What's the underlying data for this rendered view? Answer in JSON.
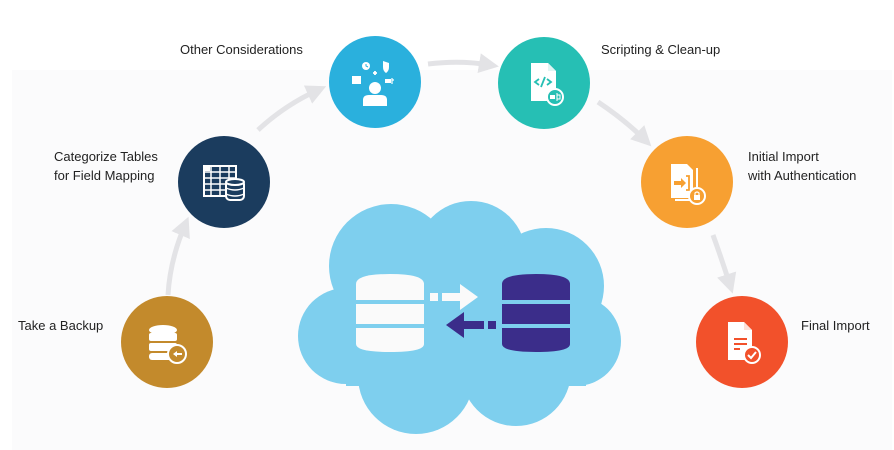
{
  "diagram": {
    "title": "Salesforce data migration process",
    "steps": [
      {
        "id": "backup",
        "label_lines": [
          "Take a Backup"
        ],
        "icon": "database-backup-icon",
        "color": "#c38a2c"
      },
      {
        "id": "categorize",
        "label_lines": [
          "Categorize Tables",
          "for Field Mapping"
        ],
        "icon": "table-database-icon",
        "color": "#1b3c5e"
      },
      {
        "id": "considerations",
        "label_lines": [
          "Other Considerations"
        ],
        "icon": "user-considerations-icon",
        "color": "#2ab0dd"
      },
      {
        "id": "scripting",
        "label_lines": [
          "Scripting & Clean-up"
        ],
        "icon": "code-file-icon",
        "color": "#26bfb4"
      },
      {
        "id": "initial-import",
        "label_lines": [
          "Initial Import",
          "with Authentication"
        ],
        "icon": "import-lock-icon",
        "color": "#f7a032"
      },
      {
        "id": "final-import",
        "label_lines": [
          "Final Import"
        ],
        "icon": "document-check-icon",
        "color": "#f2512b"
      }
    ],
    "center": {
      "icon": "cloud-database-sync-icon",
      "cloud_color": "#7ecfee",
      "source_db_color": "#ffffff",
      "target_db_color": "#3b2d8a"
    },
    "arrow_color": "#e3e3e6"
  }
}
